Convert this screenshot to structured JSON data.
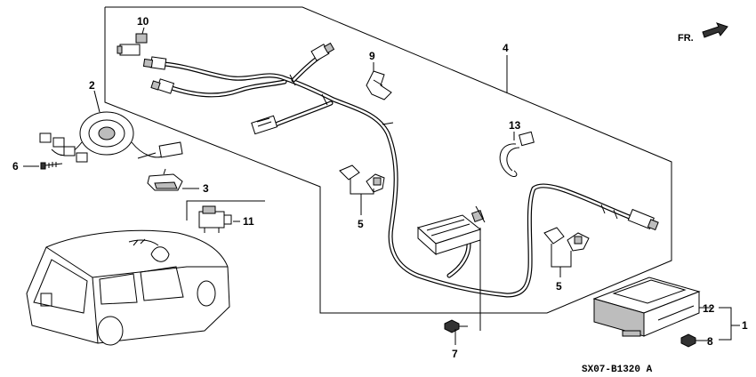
{
  "diagram": {
    "drawing_code": "SX07-B1320 A",
    "direction_label": "FR.",
    "callouts": [
      {
        "id": "10",
        "label": "10"
      },
      {
        "id": "2",
        "label": "2"
      },
      {
        "id": "6",
        "label": "6"
      },
      {
        "id": "3",
        "label": "3"
      },
      {
        "id": "11",
        "label": "11"
      },
      {
        "id": "9",
        "label": "9"
      },
      {
        "id": "4",
        "label": "4"
      },
      {
        "id": "13",
        "label": "13"
      },
      {
        "id": "5a",
        "label": "5"
      },
      {
        "id": "5b",
        "label": "5"
      },
      {
        "id": "7",
        "label": "7"
      },
      {
        "id": "12",
        "label": "12"
      },
      {
        "id": "1",
        "label": "1"
      },
      {
        "id": "8",
        "label": "8"
      }
    ]
  }
}
